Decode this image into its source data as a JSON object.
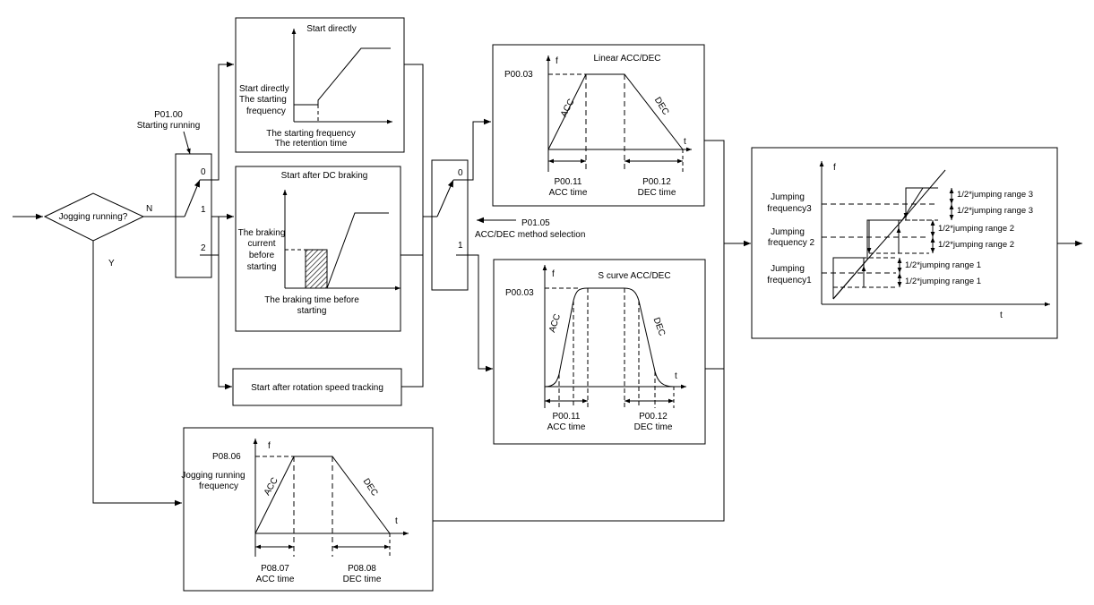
{
  "start": {
    "decision_label": "Jogging running?",
    "yes_label": "Y",
    "no_label": "N",
    "param_code": "P01.00",
    "param_name": "Starting running",
    "switch_pos": [
      "0",
      "1",
      "2"
    ]
  },
  "start_directly": {
    "title": "Start directly",
    "left_labels": [
      "Start directly",
      "The starting",
      "frequency"
    ],
    "bottom_labels": [
      "The starting frequency",
      "The retention time"
    ]
  },
  "start_dc_braking": {
    "title": "Start after DC braking",
    "left_labels": [
      "The braking",
      "current",
      "before",
      "starting"
    ],
    "bottom_labels": [
      "The braking time before",
      "starting"
    ]
  },
  "start_tracking": {
    "label": "Start after rotation speed tracking"
  },
  "accdec_switch": {
    "param_code": "P01.05",
    "param_name": "ACC/DEC method selection",
    "switch_pos": [
      "0",
      "1"
    ]
  },
  "linear": {
    "title": "Linear ACC/DEC",
    "y_axis": "f",
    "x_axis": "t",
    "level_param": "P00.03",
    "acc": "ACC",
    "dec": "DEC",
    "acc_param": "P00.11",
    "acc_time": "ACC time",
    "dec_param": "P00.12",
    "dec_time": "DEC time"
  },
  "scurve": {
    "title": "S curve ACC/DEC",
    "y_axis": "f",
    "x_axis": "t",
    "level_param": "P00.03",
    "acc": "ACC",
    "dec": "DEC",
    "acc_param": "P00.11",
    "acc_time": "ACC time",
    "dec_param": "P00.12",
    "dec_time": "DEC time"
  },
  "jogging": {
    "y_axis": "f",
    "x_axis": "t",
    "level_param": "P08.06",
    "freq_labels": [
      "Jogging running",
      "frequency"
    ],
    "acc": "ACC",
    "dec": "DEC",
    "acc_param": "P08.07",
    "acc_time": "ACC time",
    "dec_param": "P08.08",
    "dec_time": "DEC time"
  },
  "jumping": {
    "y_axis": "f",
    "x_axis": "t",
    "freq3": [
      "Jumping",
      "frequency3"
    ],
    "freq2": [
      "Jumping",
      "frequency 2"
    ],
    "freq1": [
      "Jumping",
      "frequency1"
    ],
    "range3_top": "1/2*jumping range 3",
    "range3_bottom": "1/2*jumping range 3",
    "range2_top": "1/2*jumping range 2",
    "range2_bottom": "1/2*jumping range 2",
    "range1_top": "1/2*jumping range 1",
    "range1_bottom": "1/2*jumping range 1"
  }
}
